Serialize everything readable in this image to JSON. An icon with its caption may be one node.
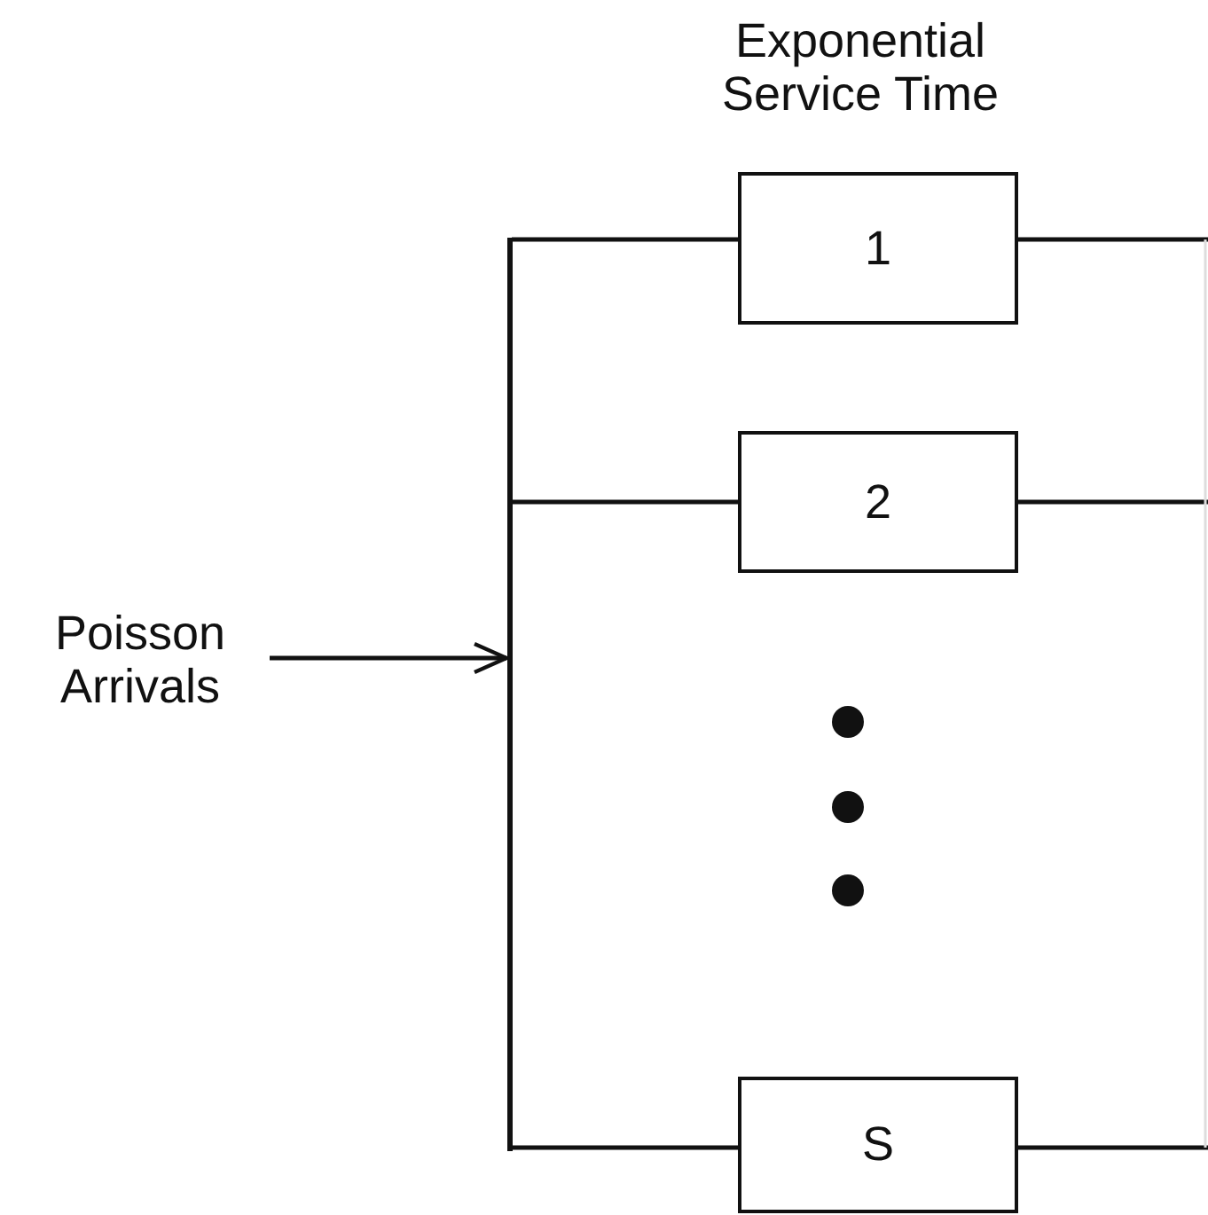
{
  "diagram": {
    "nodes": [
      {
        "text": [
          "Poisson Arrivals"
        ]
      },
      {
        "text": [
          "1"
        ]
      },
      {
        "text": [
          "2"
        ]
      },
      {
        "text": [
          "S"
        ]
      },
      {
        "text": [],
        "shape": "bar"
      }
    ],
    "edges": [
      {
        "from": 0,
        "to": 4,
        "arrow": "to"
      },
      {
        "from": 4,
        "to": 1,
        "arrow": "none"
      },
      {
        "from": 4,
        "to": 2,
        "arrow": "none"
      },
      {
        "from": 4,
        "to": 3,
        "arrow": "none"
      },
      {
        "from": 1,
        "to": null,
        "arrow": "none"
      },
      {
        "from": 2,
        "to": null,
        "arrow": "none"
      },
      {
        "from": 3,
        "to": null,
        "arrow": "none"
      }
    ],
    "labels": [
      "Exponential Service Time"
    ]
  }
}
